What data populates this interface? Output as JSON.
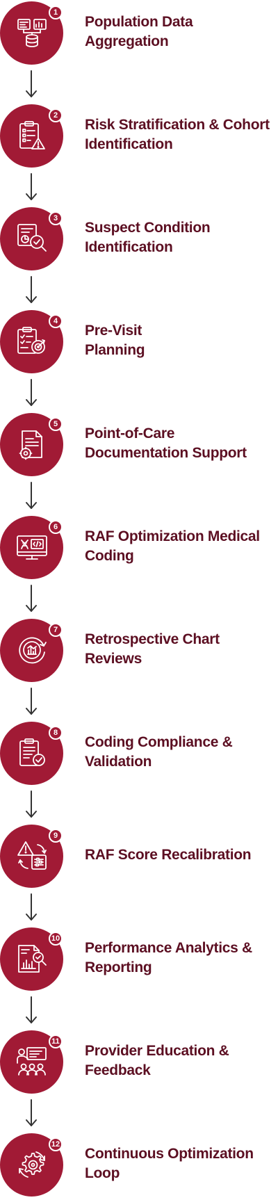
{
  "accent_color": "#a11a35",
  "text_color": "#5c0f22",
  "steps": [
    {
      "number": "1",
      "icon": "database-dashboard-icon",
      "line1": "Population Data",
      "line2": "Aggregation"
    },
    {
      "number": "2",
      "icon": "clipboard-warning-icon",
      "line1": "Risk Stratification & Cohort",
      "line2": "Identification"
    },
    {
      "number": "3",
      "icon": "report-magnifier-icon",
      "line1": "Suspect Condition",
      "line2": "Identification"
    },
    {
      "number": "4",
      "icon": "planning-board-target-icon",
      "line1": "Pre-Visit",
      "line2": "Planning"
    },
    {
      "number": "5",
      "icon": "document-gear-icon",
      "line1": "Point-of-Care",
      "line2": "Documentation Support"
    },
    {
      "number": "6",
      "icon": "monitor-code-icon",
      "line1": "RAF Optimization Medical",
      "line2": "Coding"
    },
    {
      "number": "7",
      "icon": "chart-review-cycle-icon",
      "line1": "Retrospective Chart",
      "line2": "Reviews"
    },
    {
      "number": "8",
      "icon": "clipboard-check-icon",
      "line1": "Coding Compliance &",
      "line2": "Validation"
    },
    {
      "number": "9",
      "icon": "alert-sliders-icon",
      "line1": "RAF Score Recalibration",
      "line2": ""
    },
    {
      "number": "10",
      "icon": "analytics-report-icon",
      "line1": "Performance Analytics &",
      "line2": "Reporting"
    },
    {
      "number": "11",
      "icon": "presentation-group-icon",
      "line1": "Provider Education &",
      "line2": "Feedback"
    },
    {
      "number": "12",
      "icon": "gear-cycle-icon",
      "line1": "Continuous Optimization",
      "line2": "Loop"
    }
  ]
}
